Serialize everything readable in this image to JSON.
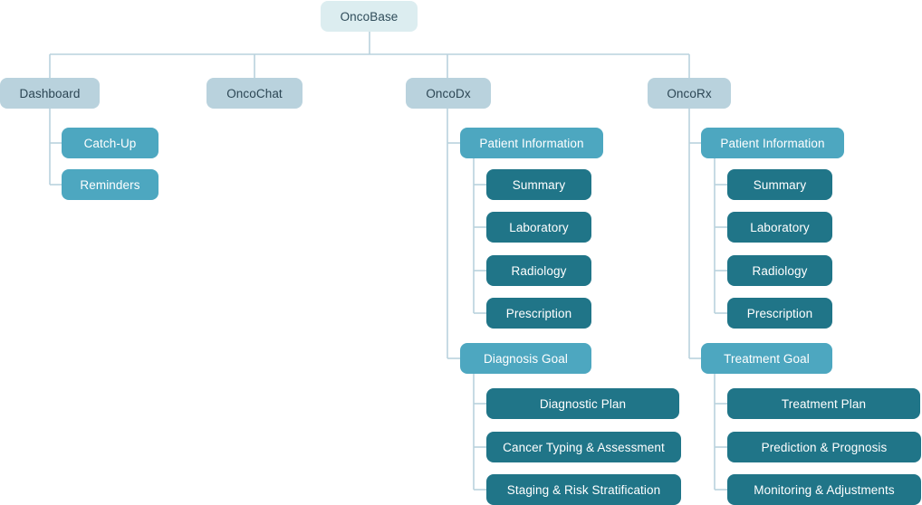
{
  "root": {
    "label": "OncoBase"
  },
  "sections": {
    "dashboard": {
      "label": "Dashboard",
      "items": [
        "Catch-Up",
        "Reminders"
      ]
    },
    "oncochat": {
      "label": "OncoChat"
    },
    "oncodx": {
      "label": "OncoDx",
      "groups": [
        {
          "label": "Patient Information",
          "items": [
            "Summary",
            "Laboratory",
            "Radiology",
            "Prescription"
          ]
        },
        {
          "label": "Diagnosis Goal",
          "items": [
            "Diagnostic Plan",
            "Cancer Typing & Assessment",
            "Staging & Risk Stratification"
          ]
        }
      ]
    },
    "oncorx": {
      "label": "OncoRx",
      "groups": [
        {
          "label": "Patient Information",
          "items": [
            "Summary",
            "Laboratory",
            "Radiology",
            "Prescription"
          ]
        },
        {
          "label": "Treatment Goal",
          "items": [
            "Treatment Plan",
            "Prediction & Prognosis",
            "Monitoring & Adjustments"
          ]
        }
      ]
    }
  },
  "colors": {
    "root": "#dcedf0",
    "level1": "#b9d2dd",
    "level2": "#4da7c0",
    "level3": "#207588",
    "connector": "#b9d2dd"
  }
}
